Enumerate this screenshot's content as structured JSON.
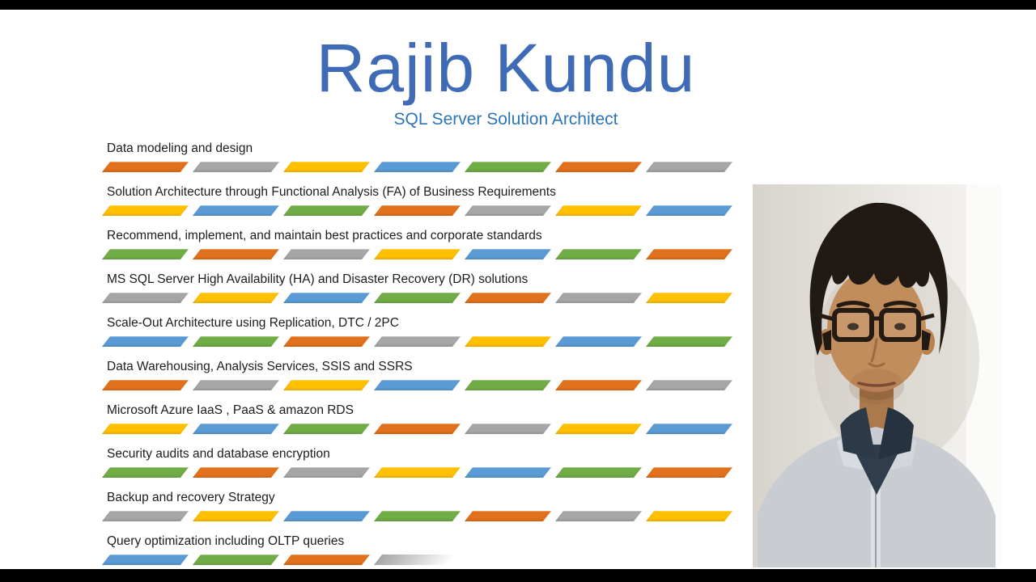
{
  "header": {
    "title": "Rajib Kundu",
    "subtitle": "SQL Server Solution Architect"
  },
  "colors": {
    "orange": "#E2711D",
    "gray": "#A6A6A6",
    "yellow": "#FFC000",
    "blue": "#5B9BD5",
    "green": "#70AD47",
    "title": "#3F6BB6",
    "subtitle": "#2E74B5"
  },
  "skills": [
    {
      "label": "Data modeling and design",
      "bars": [
        "orange",
        "gray",
        "yellow",
        "blue",
        "green",
        "orange",
        "gray"
      ]
    },
    {
      "label": "Solution Architecture through Functional Analysis (FA) of Business Requirements",
      "bars": [
        "yellow",
        "blue",
        "green",
        "orange",
        "gray",
        "yellow",
        "blue"
      ]
    },
    {
      "label": "Recommend, implement, and maintain best practices and corporate standards",
      "bars": [
        "green",
        "orange",
        "gray",
        "yellow",
        "blue",
        "green",
        "orange"
      ]
    },
    {
      "label": "MS SQL Server High Availability (HA) and Disaster Recovery (DR) solutions",
      "bars": [
        "gray",
        "yellow",
        "blue",
        "green",
        "orange",
        "gray",
        "yellow"
      ]
    },
    {
      "label": "Scale-Out Architecture using Replication, DTC / 2PC",
      "bars": [
        "blue",
        "green",
        "orange",
        "gray",
        "yellow",
        "blue",
        "green"
      ]
    },
    {
      "label": "Data Warehousing, Analysis Services, SSIS and SSRS",
      "bars": [
        "orange",
        "gray",
        "yellow",
        "blue",
        "green",
        "orange",
        "gray"
      ]
    },
    {
      "label": "Microsoft Azure IaaS , PaaS & amazon RDS",
      "bars": [
        "yellow",
        "blue",
        "green",
        "orange",
        "gray",
        "yellow",
        "blue"
      ]
    },
    {
      "label": "Security audits and database encryption",
      "bars": [
        "green",
        "orange",
        "gray",
        "yellow",
        "blue",
        "green",
        "orange"
      ]
    },
    {
      "label": "Backup and recovery Strategy",
      "bars": [
        "gray",
        "yellow",
        "blue",
        "green",
        "orange",
        "gray",
        "yellow"
      ]
    },
    {
      "label": "Query optimization including OLTP queries",
      "bars": [
        "blue",
        "green",
        "orange",
        "gray-fade"
      ]
    }
  ],
  "photo": {
    "name": "portrait-of-rajib-kundu"
  }
}
